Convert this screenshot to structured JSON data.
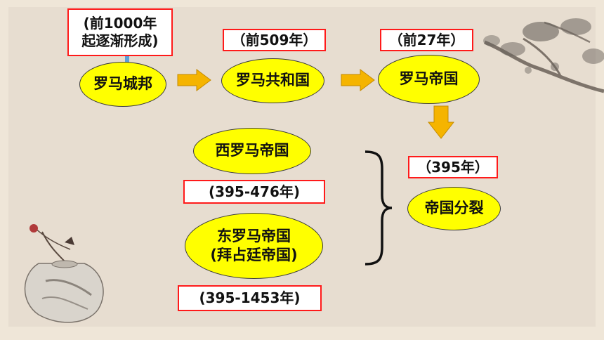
{
  "nodes": {
    "city_state": "罗马城邦",
    "republic": "罗马共和国",
    "empire": "罗马帝国",
    "split": "帝国分裂",
    "west": "西罗马帝国",
    "east": "东罗马帝国\n(拜占廷帝国)"
  },
  "dates": {
    "city_state": "(前1000年\n起逐渐形成)",
    "republic": "（前509年）",
    "empire": "（前27年）",
    "split": "（395年）",
    "west": "(395-476年)",
    "east": "(395-1453年)"
  },
  "colors": {
    "node_fill": "#ffff00",
    "date_border": "#ff1a1a",
    "arrow_fill": "#f5b400"
  }
}
